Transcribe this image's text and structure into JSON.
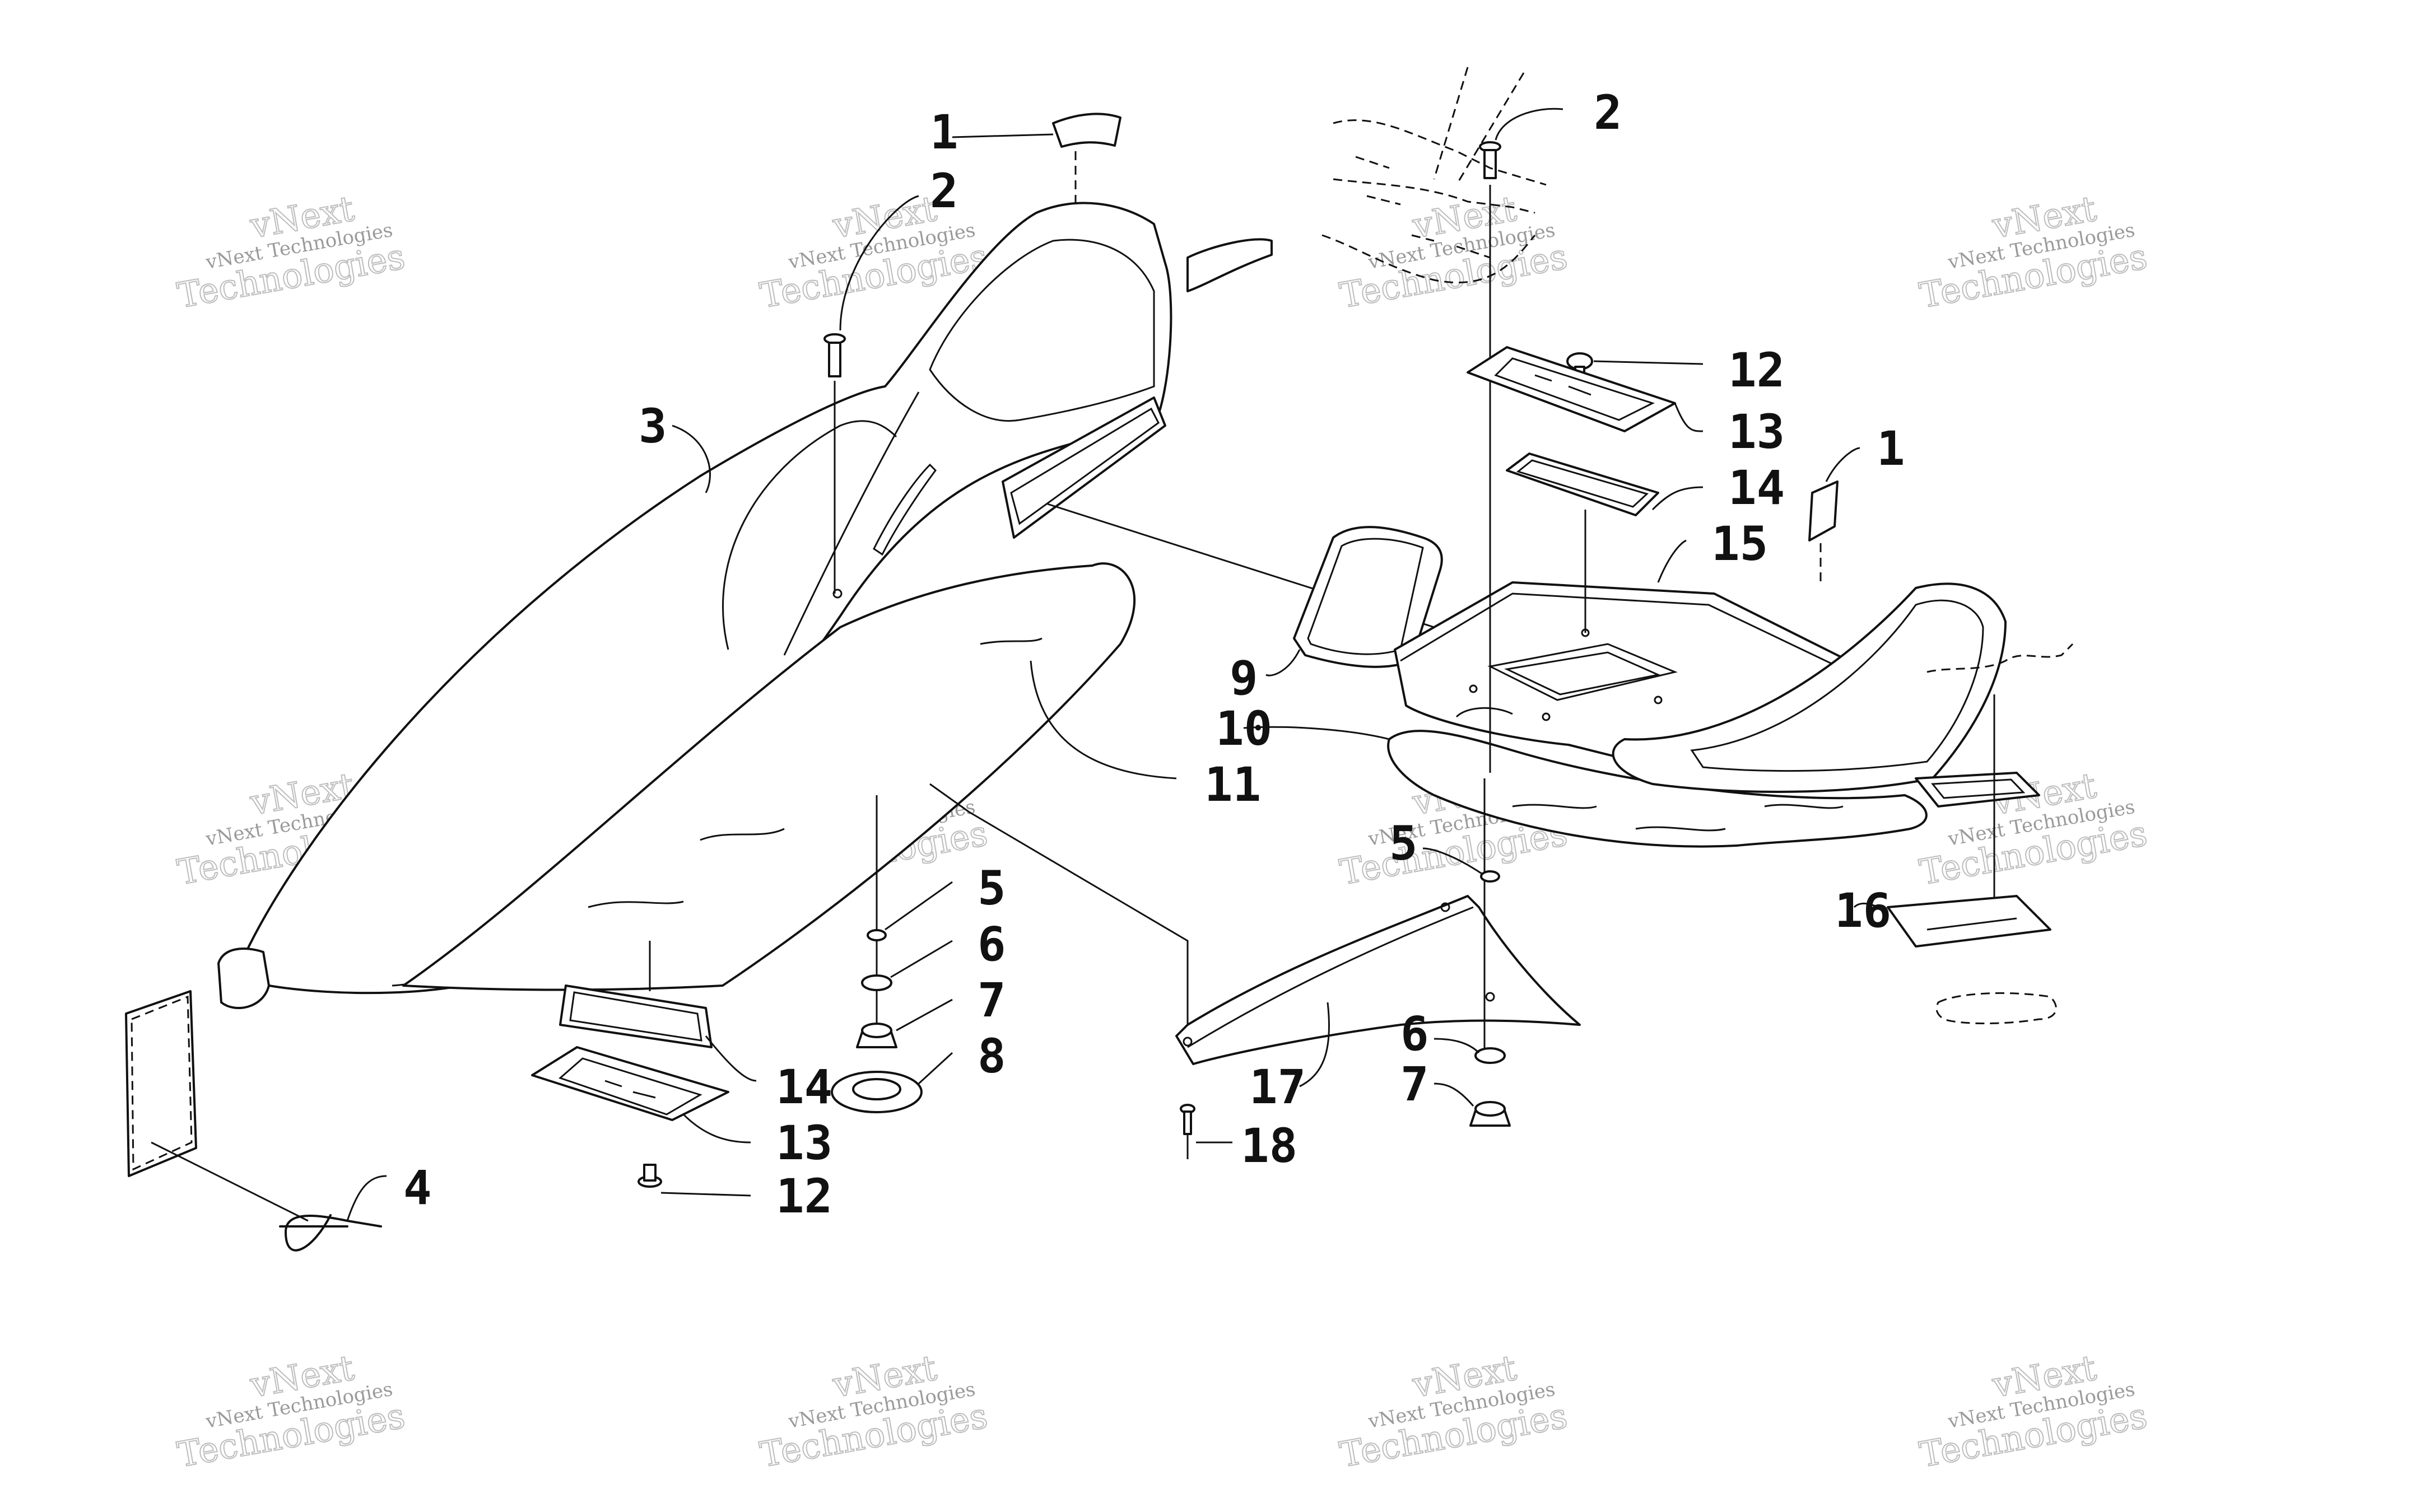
{
  "diagram": {
    "callouts": [
      {
        "id": "c1a",
        "label": "1"
      },
      {
        "id": "c2a",
        "label": "2"
      },
      {
        "id": "c3",
        "label": "3"
      },
      {
        "id": "c4",
        "label": "4"
      },
      {
        "id": "c5a",
        "label": "5"
      },
      {
        "id": "c6a",
        "label": "6"
      },
      {
        "id": "c7a",
        "label": "7"
      },
      {
        "id": "c8",
        "label": "8"
      },
      {
        "id": "c9",
        "label": "9"
      },
      {
        "id": "c10",
        "label": "10"
      },
      {
        "id": "c11",
        "label": "11"
      },
      {
        "id": "c12a",
        "label": "12"
      },
      {
        "id": "c13a",
        "label": "13"
      },
      {
        "id": "c14a",
        "label": "14"
      },
      {
        "id": "c2b",
        "label": "2"
      },
      {
        "id": "c12b",
        "label": "12"
      },
      {
        "id": "c13b",
        "label": "13"
      },
      {
        "id": "c14b",
        "label": "14"
      },
      {
        "id": "c15",
        "label": "15"
      },
      {
        "id": "c1b",
        "label": "1"
      },
      {
        "id": "c16",
        "label": "16"
      },
      {
        "id": "c5b",
        "label": "5"
      },
      {
        "id": "c6b",
        "label": "6"
      },
      {
        "id": "c7b",
        "label": "7"
      },
      {
        "id": "c17",
        "label": "17"
      },
      {
        "id": "c18",
        "label": "18"
      }
    ],
    "watermark": {
      "line_small": "vNext Technologies",
      "line_big_1": "vNext",
      "line_big_2": "Technologies"
    }
  }
}
